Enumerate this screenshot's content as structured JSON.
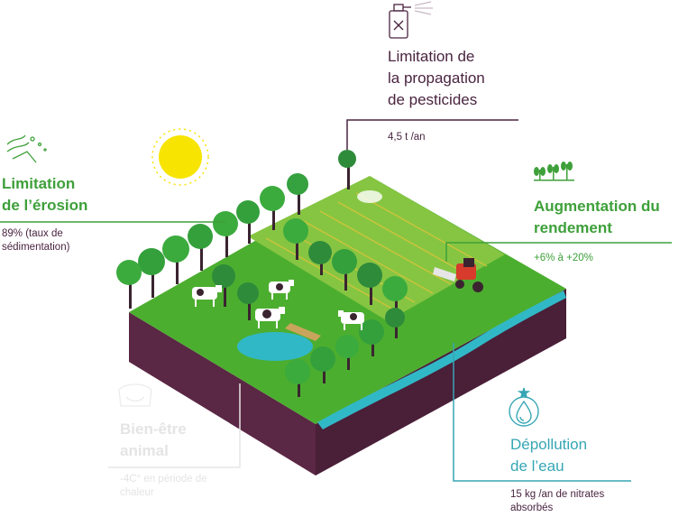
{
  "callouts": {
    "pesticides": {
      "title_line1": "Limitation de",
      "title_line2": "la propagation",
      "title_line3": "de pesticides",
      "value": "4,5 t /an",
      "icon": "spray-bottle-icon"
    },
    "erosion": {
      "title_line1": "Limitation",
      "title_line2": "de l’érosion",
      "value_line1": "89% (taux de",
      "value_line2": "sédimentation)",
      "icon": "wind-erosion-icon"
    },
    "rendement": {
      "title_line1": "Augmentation du",
      "title_line2": "rendement",
      "value": "+6% à +20%",
      "icon": "sprouts-icon"
    },
    "eau": {
      "title_line1": "Dépollution",
      "title_line2": "de l’eau",
      "value_line1": "15 kg /an de nitrates",
      "value_line2": "absorbés",
      "icon": "water-drop-icon"
    },
    "bien_etre": {
      "title_line1": "Bien-être",
      "title_line2": "animal",
      "value_line1": "-4C° en période de",
      "value_line2": "chaleur",
      "icon": "cow-head-icon"
    }
  },
  "colors": {
    "plum": "#4a2440",
    "green": "#3ea03a",
    "teal": "#36a6b4",
    "faded": "#e4e4e4",
    "field": "#4cae2f",
    "crop": "#7dc242",
    "soil": "#5c2a45",
    "sun": "#f7e400"
  }
}
